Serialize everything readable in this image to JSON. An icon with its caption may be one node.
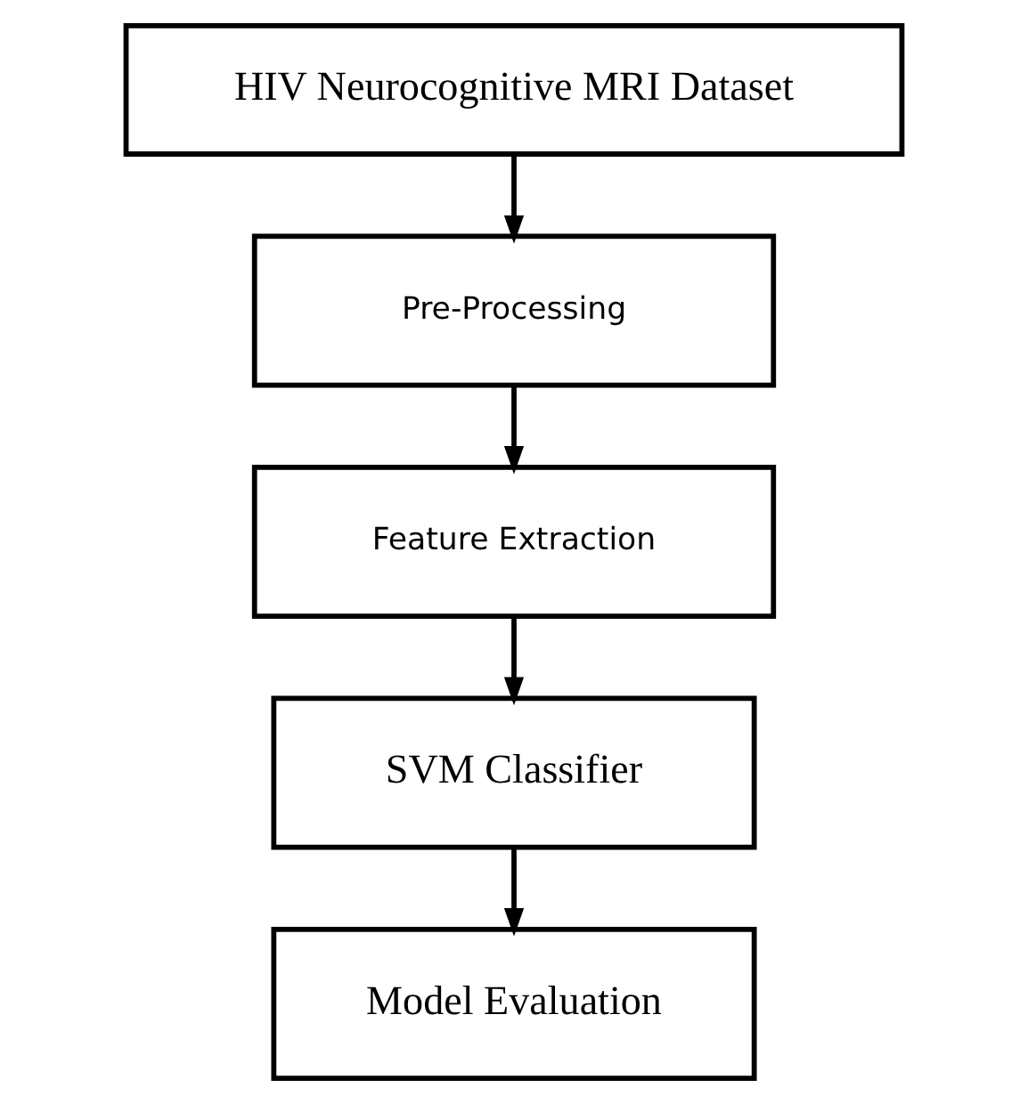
{
  "diagram": {
    "nodes": [
      {
        "text": [
          "HIV Neurocognitive MRI Dataset"
        ]
      },
      {
        "text": [
          "Pre-Processing"
        ]
      },
      {
        "text": [
          "Feature Extraction"
        ]
      },
      {
        "text": [
          "SVM Classifier"
        ]
      },
      {
        "text": [
          "Model Evaluation"
        ]
      }
    ],
    "edges": [
      {
        "from": 0,
        "to": 1,
        "arrow": "to"
      },
      {
        "from": 1,
        "to": 2,
        "arrow": "to"
      },
      {
        "from": 2,
        "to": 3,
        "arrow": "to"
      },
      {
        "from": 3,
        "to": 4,
        "arrow": "to"
      }
    ]
  }
}
